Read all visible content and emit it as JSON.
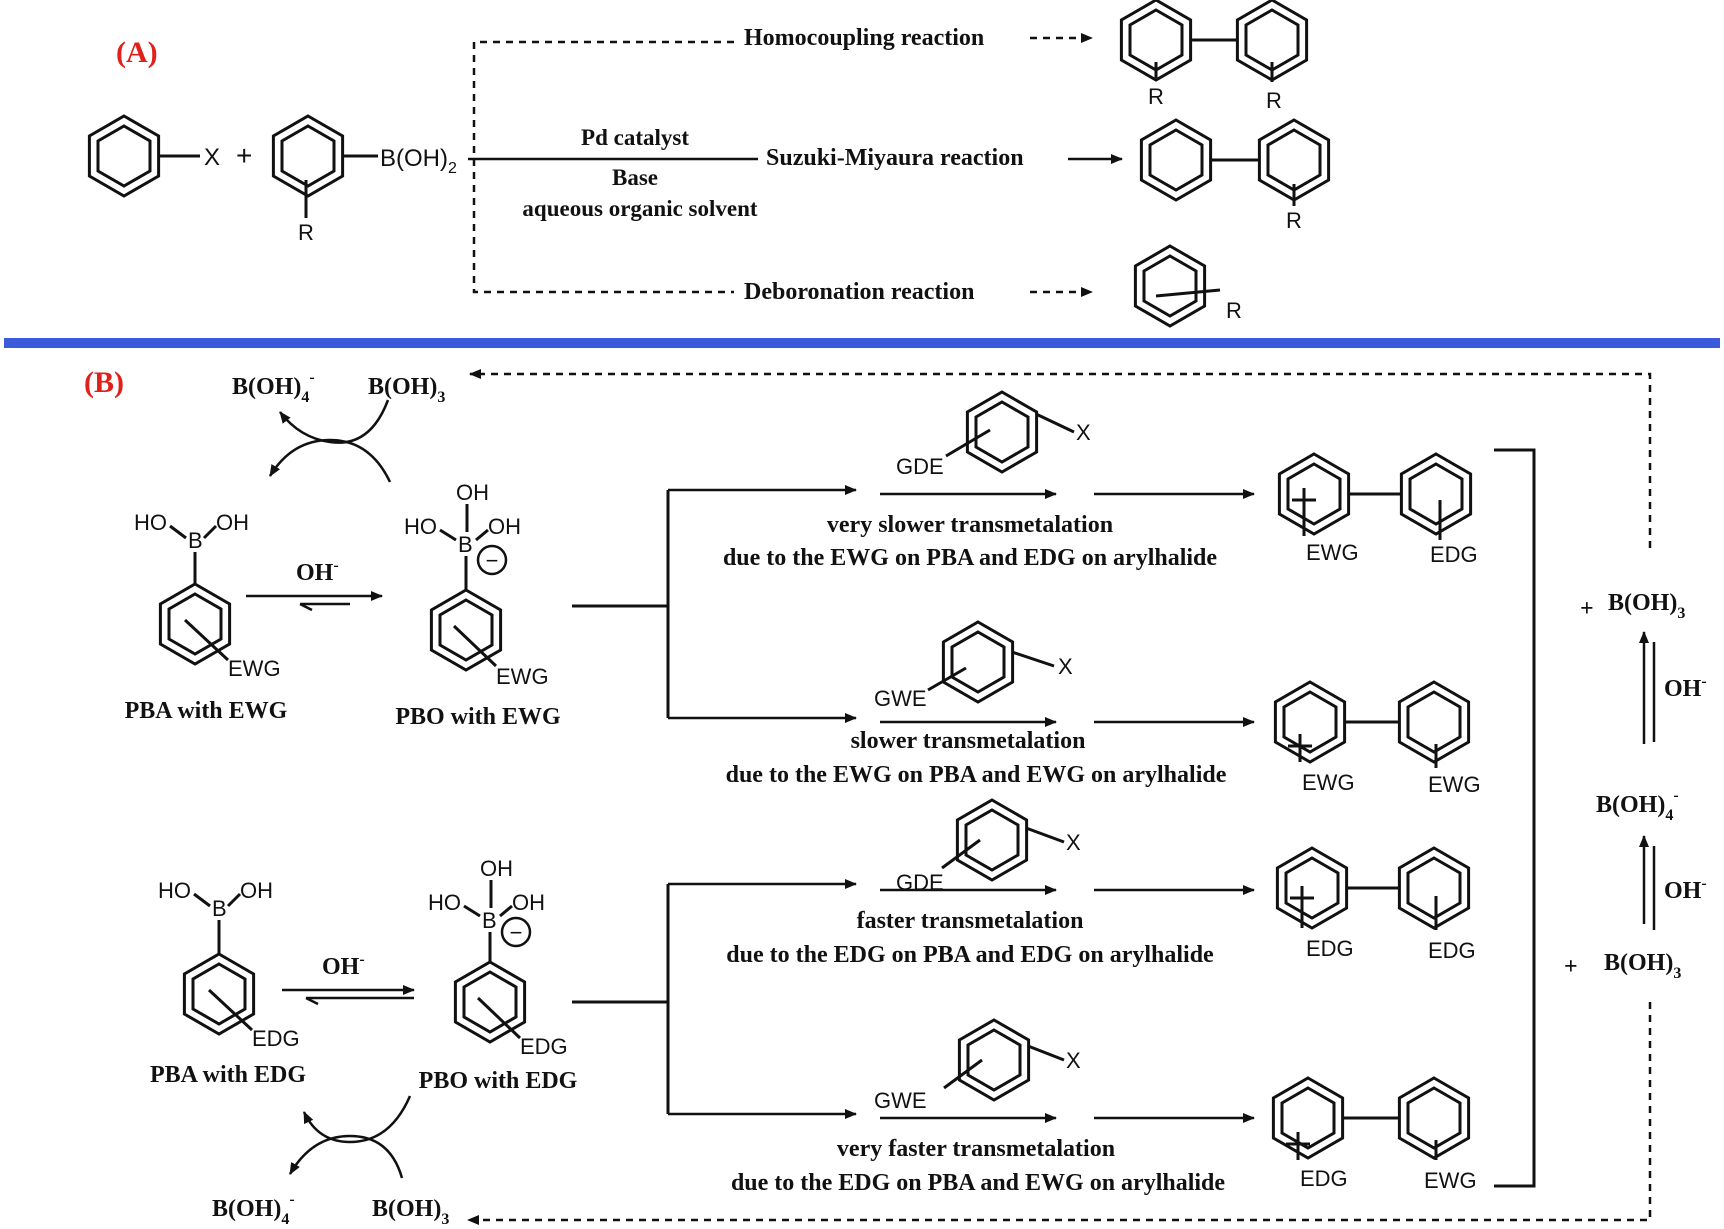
{
  "colors": {
    "panel_label": "#e0201b",
    "divider": "#3b5bdb",
    "ink": "#111111"
  },
  "panelA": {
    "label": "(A)",
    "aryl_halide_label": "X",
    "plus": "+",
    "boronic_label": "B(OH)",
    "boronic_sub": "2",
    "substituent": "R",
    "catalyst": "Pd catalyst",
    "base": "Base",
    "solvent": "aqueous organic solvent",
    "homocoupling": "Homocoupling reaction",
    "suzuki": "Suzuki-Miyaura reaction",
    "deboronation": "Deboronation reaction"
  },
  "panelB": {
    "label": "(B)",
    "boh4": "B(OH)",
    "boh4_sub": "4",
    "boh4_sup": "-",
    "boh3": "B(OH)",
    "boh3_sub": "3",
    "oh_minus": "OH",
    "oh_sup": "-",
    "ho": "HO",
    "oh": "OH",
    "boron": "B",
    "ewg": "EWG",
    "edg": "EDG",
    "gde": "GDE",
    "gwe": "GWE",
    "x": "X",
    "minus": "−",
    "pba_ewg": "PBA with EWG",
    "pbo_ewg": "PBO with EWG",
    "pba_edg": "PBA with EDG",
    "pbo_edg": "PBO with EDG",
    "plus": "+",
    "routes": [
      {
        "speed": "very slower transmetalation",
        "reason": "due to the EWG on PBA and EDG on arylhalide",
        "left": "EWG",
        "right": "EDG"
      },
      {
        "speed": "slower transmetalation",
        "reason": "due to the EWG on PBA and EWG on arylhalide",
        "left": "EWG",
        "right": "EWG"
      },
      {
        "speed": "faster transmetalation",
        "reason": "due to the EDG on PBA and EDG on arylhalide",
        "left": "EDG",
        "right": "EDG"
      },
      {
        "speed": "very faster transmetalation",
        "reason": "due to the EDG on PBA and EWG on arylhalide",
        "left": "EDG",
        "right": "EWG"
      }
    ]
  }
}
